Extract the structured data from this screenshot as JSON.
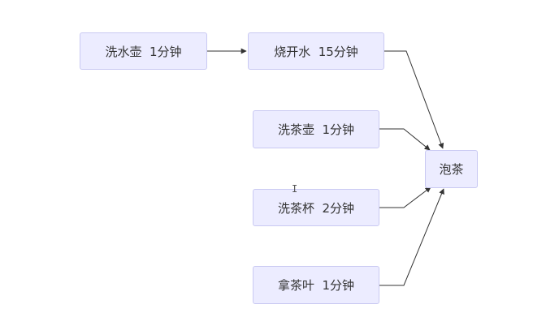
{
  "diagram": {
    "nodes": [
      {
        "id": "wash-kettle",
        "label": "洗水壶  1分钟"
      },
      {
        "id": "boil-water",
        "label": "烧开水  15分钟"
      },
      {
        "id": "wash-teapot",
        "label": "洗茶壶  1分钟"
      },
      {
        "id": "wash-cup",
        "label": "洗茶杯  2分钟"
      },
      {
        "id": "get-leaves",
        "label": "拿茶叶  1分钟"
      },
      {
        "id": "brew-tea",
        "label": "泡茶"
      }
    ],
    "edges": [
      {
        "from": "wash-kettle",
        "to": "boil-water"
      },
      {
        "from": "boil-water",
        "to": "brew-tea"
      },
      {
        "from": "wash-teapot",
        "to": "brew-tea"
      },
      {
        "from": "wash-cup",
        "to": "brew-tea"
      },
      {
        "from": "get-leaves",
        "to": "brew-tea"
      }
    ],
    "colors": {
      "node_fill": "#ECECFF",
      "node_border": "#C9C9F2",
      "edge": "#333333",
      "text": "#333333"
    }
  },
  "cursor_icon": "text-cursor-icon"
}
